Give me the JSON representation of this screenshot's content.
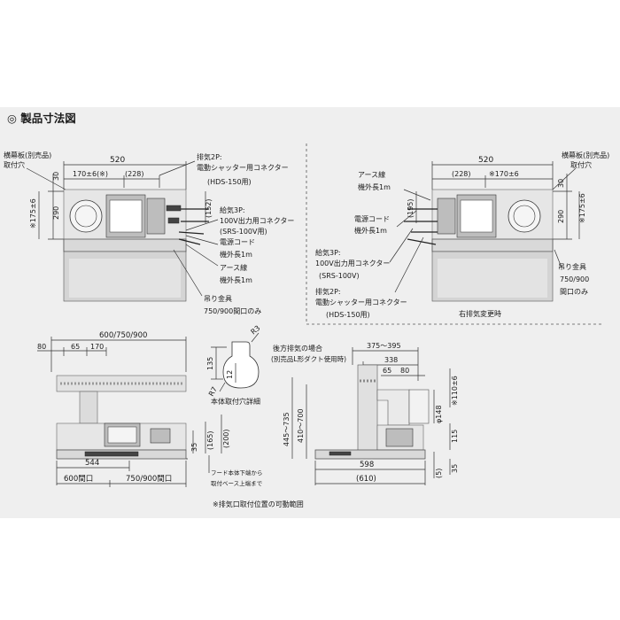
{
  "title": "◎ 製品寸法図",
  "front_left": {
    "w520": "520",
    "d170": "170±6(※)",
    "d228": "(228)",
    "side30": "30",
    "side290": "290",
    "side175": "※175±6",
    "dim152": "(152)",
    "yokomaku": "横幕板(別売品)",
    "toritsuke": "取付穴",
    "exhaust2p_1": "排気2P:",
    "exhaust2p_2": "電動シャッター用コネクター",
    "exhaust2p_3": "(HDS-150用)",
    "supply3p_1": "給気3P:",
    "supply3p_2": "100V出力用コネクター",
    "supply3p_3": "(SRS-100V用)",
    "cord_1": "電源コード",
    "cord_2": "機外長1m",
    "earth_1": "アース線",
    "earth_2": "機外長1m",
    "hanger_1": "吊り金具",
    "hanger_2": "750/900間口のみ"
  },
  "front_right": {
    "w520": "520",
    "d228": "(228)",
    "d170": "※170±6",
    "side30": "30",
    "side290": "290",
    "side175": "※175±6",
    "dim195": "(195)",
    "yokomaku": "横幕板(別売品)",
    "toritsuke": "取付穴",
    "earth_1": "アース線",
    "earth_2": "機外長1m",
    "cord_1": "電源コード",
    "cord_2": "機外長1m",
    "supply3p_1": "給気3P:",
    "supply3p_2": "100V出力用コネクター",
    "supply3p_3": "(SRS-100V)",
    "exhaust2p_1": "排気2P:",
    "exhaust2p_2": "電動シャッター用コネクター",
    "exhaust2p_3": "(HDS-150用)",
    "hanger_1": "吊り金具",
    "hanger_2": "750/900",
    "hanger_3": "間口のみ",
    "caption": "右排気変更時"
  },
  "elevation": {
    "w_total": "600/750/900",
    "d80": "80",
    "d65": "65",
    "d170": "170",
    "d544": "544",
    "d35": "35",
    "d165": "(165)",
    "d200": "(200)",
    "open600": "600間口",
    "open750": "750/900間口",
    "note_1": "フード本体下端から",
    "note_2": "取付ベース上端まで"
  },
  "hole": {
    "r3": "R3",
    "r7": "R7",
    "d135": "135",
    "d12": "12",
    "caption": "本体取付穴詳細"
  },
  "side": {
    "rear_1": "後方排気の場合",
    "rear_2": "(別売品L形ダクト使用時)",
    "d375": "375～395",
    "d338": "338",
    "d65": "65",
    "d80": "80",
    "d445": "445～735",
    "d410": "410～700",
    "d148": "φ148",
    "d110": "※110±6",
    "d115": "115",
    "d598": "598",
    "d610": "(610)",
    "d5": "(5)",
    "d35": "35"
  },
  "footnote": "※排気口取付位置の可動範囲"
}
